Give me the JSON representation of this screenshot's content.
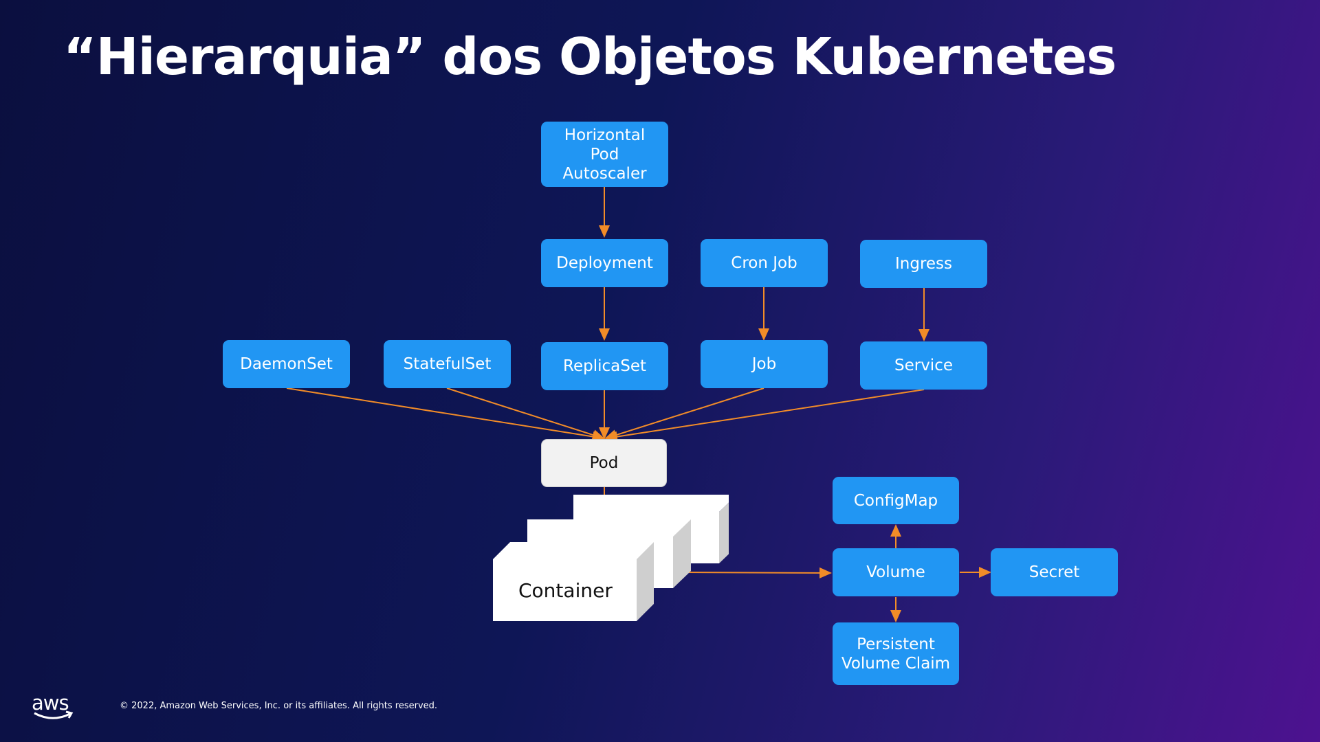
{
  "title": "“Hierarquia” dos Objetos Kubernetes",
  "nodes": {
    "hpa": "Horizontal\nPod\nAutoscaler",
    "deployment": "Deployment",
    "cronjob": "Cron Job",
    "ingress": "Ingress",
    "daemonset": "DaemonSet",
    "statefulset": "StatefulSet",
    "replicaset": "ReplicaSet",
    "job": "Job",
    "service": "Service",
    "pod": "Pod",
    "container": "Container",
    "configmap": "ConfigMap",
    "volume": "Volume",
    "secret": "Secret",
    "pvc": "Persistent\nVolume Claim"
  },
  "colors": {
    "node_fill": "#2196f3",
    "pod_fill": "#f2f2f2",
    "edge": "#f28c28",
    "title": "#ffffff"
  },
  "footer": {
    "logo": "aws",
    "copyright": "© 2022, Amazon Web Services, Inc. or its affiliates. All rights reserved."
  }
}
